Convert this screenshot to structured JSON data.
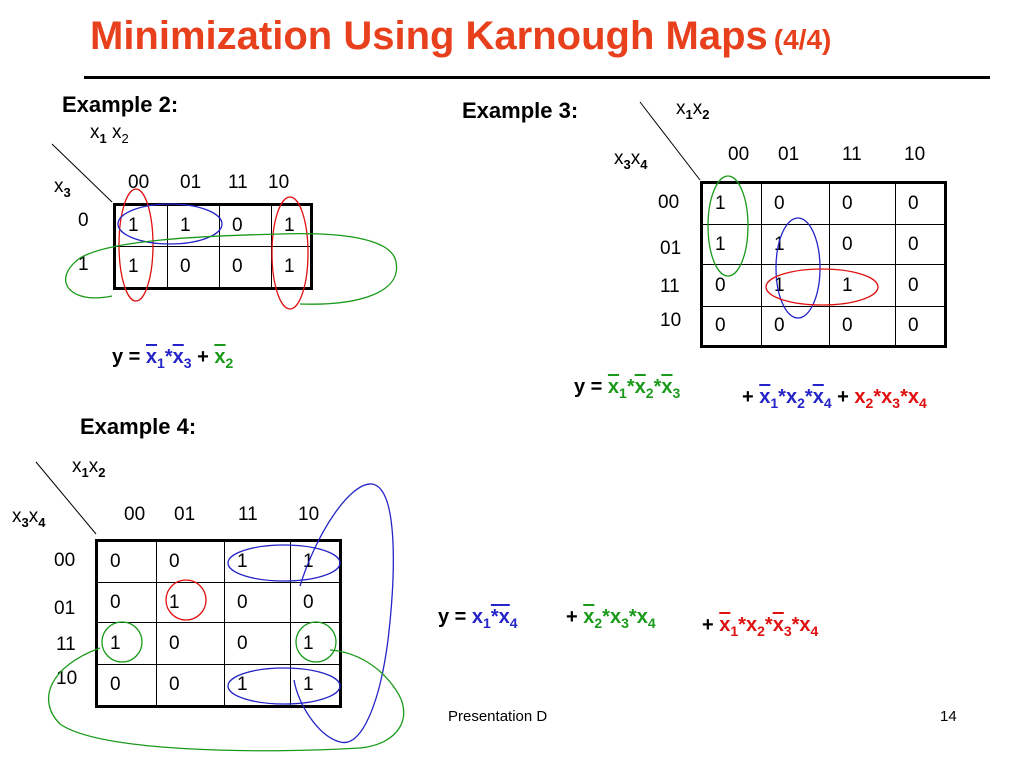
{
  "slide": {
    "title": "Minimization Using Karnough Maps",
    "title_suffix": "(4/4)",
    "footer_left": "Presentation D",
    "page_number": "14"
  },
  "ex2": {
    "label": "Example 2:",
    "col_var": "x",
    "col_var_sub1": "1",
    "col_var2": "x",
    "col_var_sub2": "2",
    "row_var": "x",
    "row_var_sub": "3",
    "col_headers": [
      "00",
      "01",
      "11",
      "10"
    ],
    "row_headers": [
      "0",
      "1"
    ],
    "cells": [
      [
        "1",
        "1",
        "0",
        "1"
      ],
      [
        "1",
        "0",
        "0",
        "1"
      ]
    ],
    "eq": {
      "lhs": "y =",
      "t1a": "x",
      "t1a_sub": "1",
      "t1_op": "*",
      "t1b": "x",
      "t1b_sub": "3",
      "plus": "+",
      "t2": "x",
      "t2_sub": "2"
    }
  },
  "ex3": {
    "label": "Example 3:",
    "col_var": "x",
    "col_var_sub1": "1",
    "col_var2": "x",
    "col_var_sub2": "2",
    "row_var": "x",
    "row_var_sub1": "3",
    "row_var2": "x",
    "row_var_sub2": "4",
    "col_headers": [
      "00",
      "01",
      "11",
      "10"
    ],
    "row_headers": [
      "00",
      "01",
      "11",
      "10"
    ],
    "cells": [
      [
        "1",
        "0",
        "0",
        "0"
      ],
      [
        "1",
        "1",
        "0",
        "0"
      ],
      [
        "0",
        "1",
        "1",
        "0"
      ],
      [
        "0",
        "0",
        "0",
        "0"
      ]
    ],
    "eq": {
      "lhs": "y =",
      "g_a": "x",
      "g_a_sub": "1",
      "g_op1": "*",
      "g_b": "x",
      "g_b_sub": "2",
      "g_op2": "*",
      "g_c": "x",
      "g_c_sub": "3",
      "plus1": "+",
      "b_a": "x",
      "b_a_sub": "1",
      "b_op1": "*",
      "b_b": "x",
      "b_b_sub": "2",
      "b_op2": "*",
      "b_c": "x",
      "b_c_sub": "4",
      "plus2": "+",
      "r_a": "x",
      "r_a_sub": "2",
      "r_op1": "*",
      "r_b": "x",
      "r_b_sub": "3",
      "r_op2": "*",
      "r_c": "x",
      "r_c_sub": "4"
    }
  },
  "ex4": {
    "label": "Example 4:",
    "col_var": "x",
    "col_var_sub1": "1",
    "col_var2": "x",
    "col_var_sub2": "2",
    "row_var": "x",
    "row_var_sub1": "3",
    "row_var2": "x",
    "row_var_sub2": "4",
    "col_headers": [
      "00",
      "01",
      "11",
      "10"
    ],
    "row_headers": [
      "00",
      "01",
      "11",
      "10"
    ],
    "cells": [
      [
        "0",
        "0",
        "1",
        "1"
      ],
      [
        "0",
        "1",
        "0",
        "0"
      ],
      [
        "1",
        "0",
        "0",
        "1"
      ],
      [
        "0",
        "0",
        "1",
        "1"
      ]
    ],
    "eq": {
      "lhs": "y =",
      "b_a": "x",
      "b_a_sub": "1",
      "b_op": "*",
      "b_b": "x",
      "b_b_sub": "4",
      "plus1": "+",
      "g_a": "x",
      "g_a_sub": "2",
      "g_op1": "*",
      "g_b": "x",
      "g_b_sub": "3",
      "g_op2": "*",
      "g_c": "x",
      "g_c_sub": "4",
      "plus2": "+",
      "r_a": "x",
      "r_a_sub": "1",
      "r_op1": "*",
      "r_b": "x",
      "r_b_sub": "2",
      "r_op2": "*",
      "r_c": "x",
      "r_c_sub": "3",
      "r_op3": "*",
      "r_d": "x",
      "r_d_sub": "4"
    }
  },
  "colors": {
    "title": "#e8401c",
    "blue": "#2424c8",
    "green": "#1a9a1a",
    "red": "#e01010"
  }
}
